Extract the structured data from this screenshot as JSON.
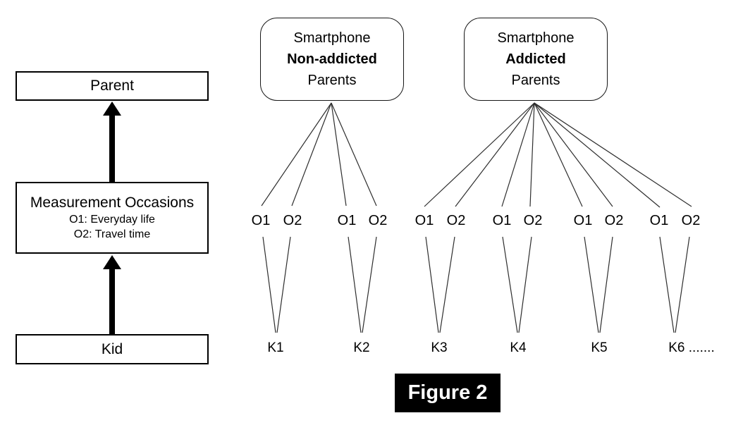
{
  "left_panel": {
    "parent_label": "Parent",
    "measurement_title": "Measurement Occasions",
    "measurement_sub1": "O1: Everyday life",
    "measurement_sub2": "O2: Travel time",
    "kid_label": "Kid"
  },
  "groups": [
    {
      "line1": "Smartphone",
      "line2": "Non-addicted",
      "line3": "Parents"
    },
    {
      "line1": "Smartphone",
      "line2": "Addicted",
      "line3": "Parents"
    }
  ],
  "occasions": [
    "O1",
    "O2",
    "O1",
    "O2",
    "O1",
    "O2",
    "O1",
    "O2",
    "O1",
    "O2",
    "O1",
    "O2"
  ],
  "kids": [
    "K1",
    "K2",
    "K3",
    "K4",
    "K5",
    "K6 ......."
  ],
  "caption": "Figure 2",
  "colors": {
    "ink": "#000000",
    "connector_line": "#2e2e2e",
    "caption_bg": "#000000",
    "caption_fg": "#ffffff",
    "background": "#ffffff"
  }
}
